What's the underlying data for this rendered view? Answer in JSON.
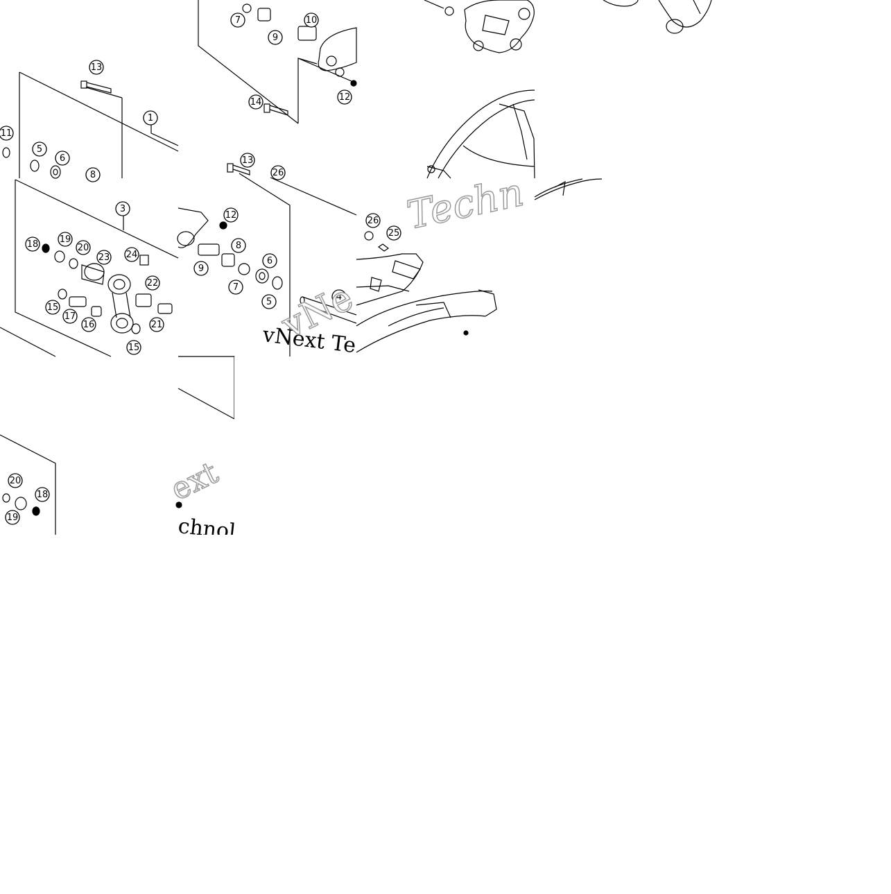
{
  "diagram": {
    "callouts": [
      {
        "label": "1"
      },
      {
        "label": "3"
      },
      {
        "label": "4"
      },
      {
        "label": "5"
      },
      {
        "label": "5"
      },
      {
        "label": "6"
      },
      {
        "label": "6"
      },
      {
        "label": "7"
      },
      {
        "label": "7"
      },
      {
        "label": "8"
      },
      {
        "label": "8"
      },
      {
        "label": "9"
      },
      {
        "label": "9"
      },
      {
        "label": "10"
      },
      {
        "label": "11"
      },
      {
        "label": "12"
      },
      {
        "label": "12"
      },
      {
        "label": "13"
      },
      {
        "label": "13"
      },
      {
        "label": "14"
      },
      {
        "label": "15"
      },
      {
        "label": "15"
      },
      {
        "label": "16"
      },
      {
        "label": "17"
      },
      {
        "label": "18"
      },
      {
        "label": "18"
      },
      {
        "label": "19"
      },
      {
        "label": "19"
      },
      {
        "label": "20"
      },
      {
        "label": "20"
      },
      {
        "label": "21"
      },
      {
        "label": "22"
      },
      {
        "label": "23"
      },
      {
        "label": "24"
      },
      {
        "label": "25"
      },
      {
        "label": "26"
      },
      {
        "label": "26"
      }
    ],
    "watermarks": [
      {
        "text": "Techn"
      },
      {
        "text": "vNext Te"
      },
      {
        "text": "vNe"
      },
      {
        "text": "ext"
      },
      {
        "text": "chnol"
      }
    ]
  },
  "colors": {
    "line": "#000000",
    "background": "#ffffff",
    "watermark": "#9a9a9a"
  }
}
